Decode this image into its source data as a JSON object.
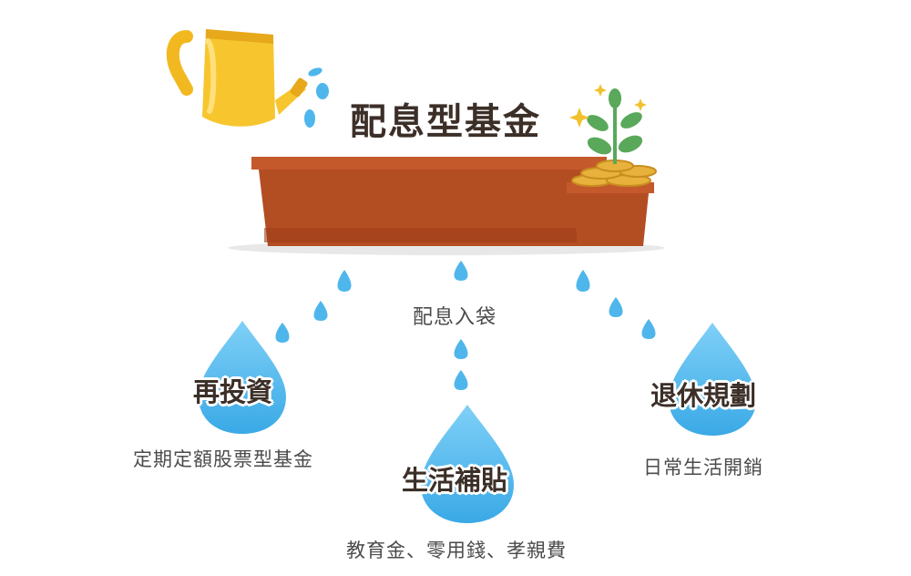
{
  "title": "配息型基金",
  "center_label": "配息入袋",
  "branches": [
    {
      "title": "再投資",
      "description": "定期定額股票型基金"
    },
    {
      "title": "生活補貼",
      "description": "教育金、零用錢、孝親費"
    },
    {
      "title": "退休規劃",
      "description": "日常生活開銷"
    }
  ],
  "colors": {
    "water": "#4fb6ec",
    "pot": "#b34d22",
    "pot_rim": "#c45a2c",
    "can": "#f7c62f",
    "coin": "#e7b13b",
    "leaf": "#5aa85a",
    "text_dark": "#3c2f28"
  },
  "icons": [
    "watering-can-icon",
    "planter-box-icon",
    "small-pot-icon",
    "plant-sprout-icon",
    "gold-coins-icon",
    "sparkle-icon",
    "water-drop-icon"
  ]
}
